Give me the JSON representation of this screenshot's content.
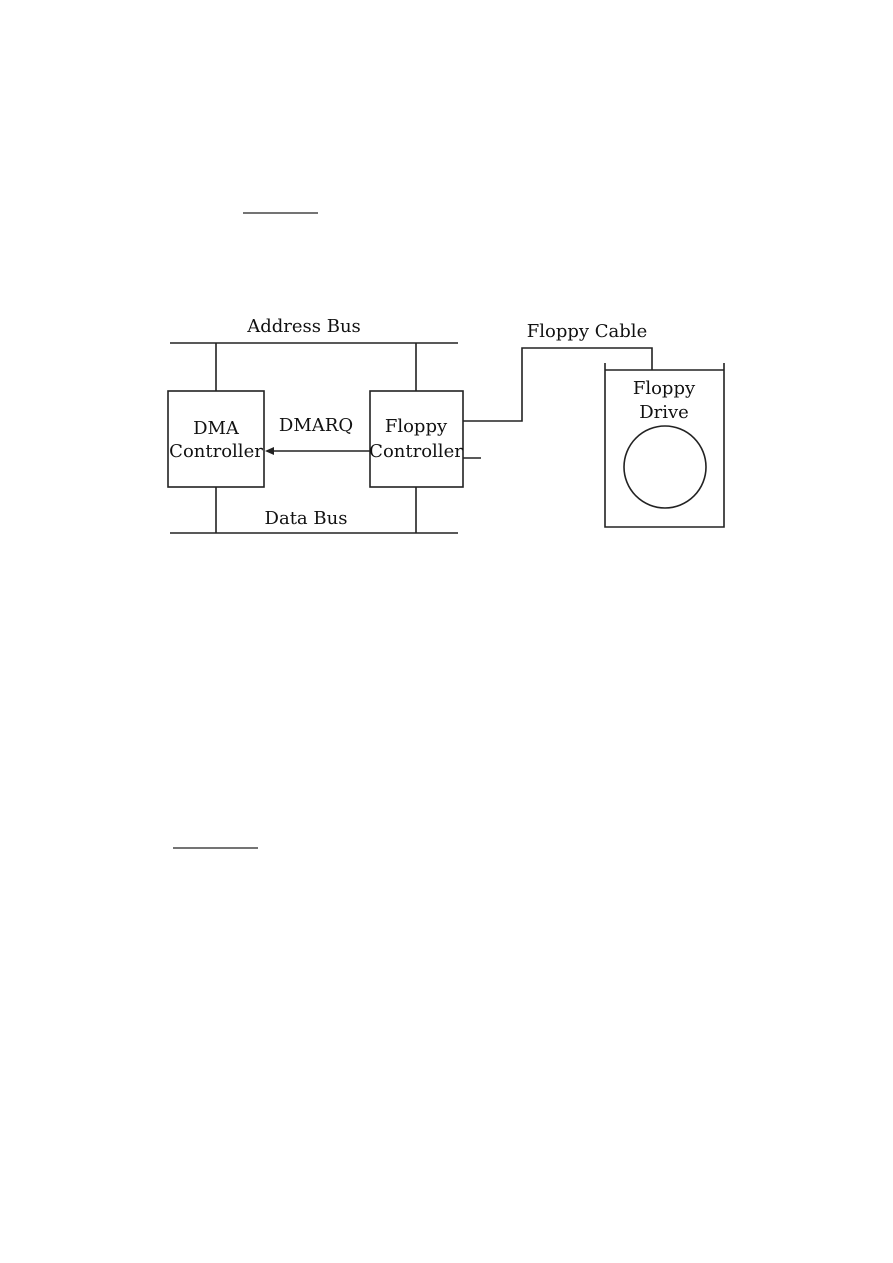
{
  "diagram": {
    "address_bus_label": "Address Bus",
    "data_bus_label": "Data Bus",
    "dma_controller": {
      "line1": "DMA",
      "line2": "Controller"
    },
    "floppy_controller": {
      "line1": "Floppy",
      "line2": "Controller"
    },
    "signal_label": "DMARQ",
    "cable_label": "Floppy Cable",
    "floppy_drive": {
      "line1": "Floppy",
      "line2": "Drive"
    }
  }
}
